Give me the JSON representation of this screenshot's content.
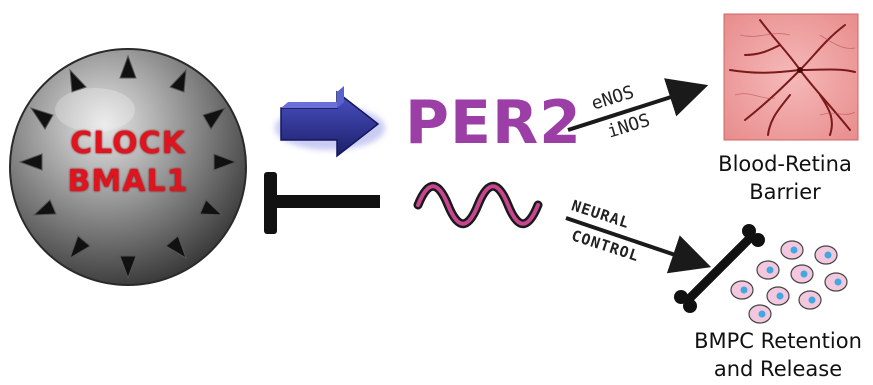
{
  "clock_sphere": {
    "line1": "CLOCK",
    "line2": "BMAL1"
  },
  "per2": {
    "label": "PER2"
  },
  "upper_arrow": {
    "label_top": "eNOS",
    "label_bottom": "iNOS"
  },
  "lower_arrow": {
    "label_top": "NEURAL",
    "label_bottom": "CONTROL"
  },
  "outcomes": {
    "blood_retina": {
      "line1": "Blood-Retina",
      "line2": "Barrier"
    },
    "bmpc": {
      "line1": "BMPC Retention",
      "line2": "and Release"
    }
  },
  "colors": {
    "clock_text": "#e0141e",
    "per2": "#9b3ea5",
    "blue_arrow": "#2b2f8c",
    "wave": "#7a1b6b"
  },
  "icons": [
    "spiked-sphere-icon",
    "blue-arrow-icon",
    "inhibition-bar-icon",
    "wave-icon",
    "retina-vessel-icon",
    "bone-icon",
    "cell-cluster-icon"
  ]
}
